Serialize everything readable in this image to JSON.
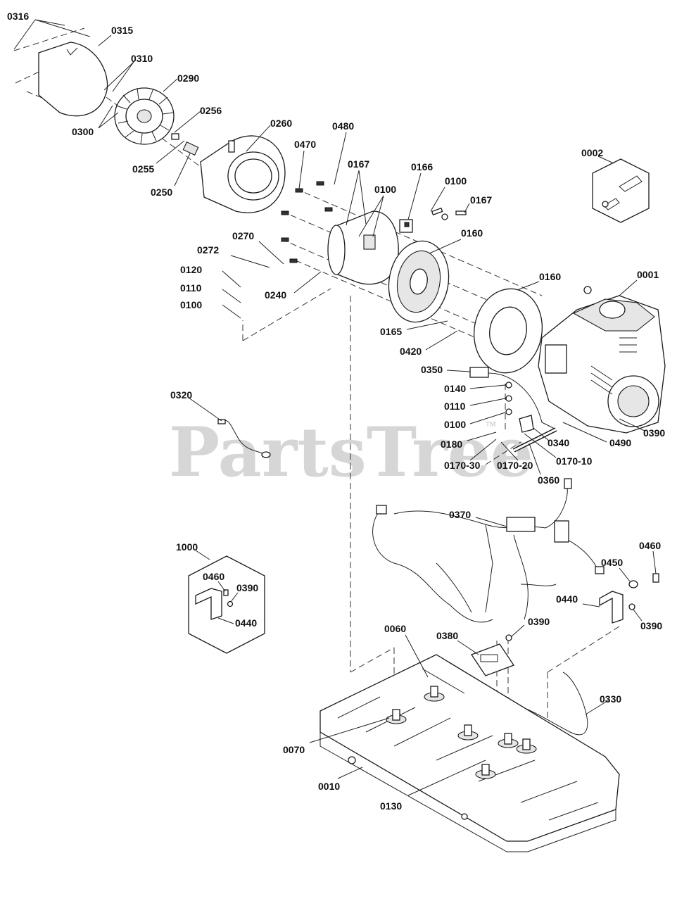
{
  "watermark": {
    "text": "PartsTree",
    "mark": "TM"
  },
  "callouts": [
    "0316",
    "0315",
    "0310",
    "0290",
    "0256",
    "0300",
    "0255",
    "0260",
    "0250",
    "0480",
    "0470",
    "0167",
    "0166",
    "0100",
    "0100",
    "0167",
    "0160",
    "0270",
    "0272",
    "0120",
    "0110",
    "0100",
    "0240",
    "0160",
    "0001",
    "0165",
    "0420",
    "0350",
    "0140",
    "0110",
    "0100",
    "0390",
    "0180",
    "0340",
    "0490",
    "0170-30",
    "0170-20",
    "0170-10",
    "0360",
    "0320",
    "0370",
    "0460",
    "0450",
    "0440",
    "0390",
    "0390",
    "0060",
    "0380",
    "0330",
    "0070",
    "0010",
    "0130",
    "0002",
    "1000",
    "0460",
    "0390",
    "0440"
  ]
}
